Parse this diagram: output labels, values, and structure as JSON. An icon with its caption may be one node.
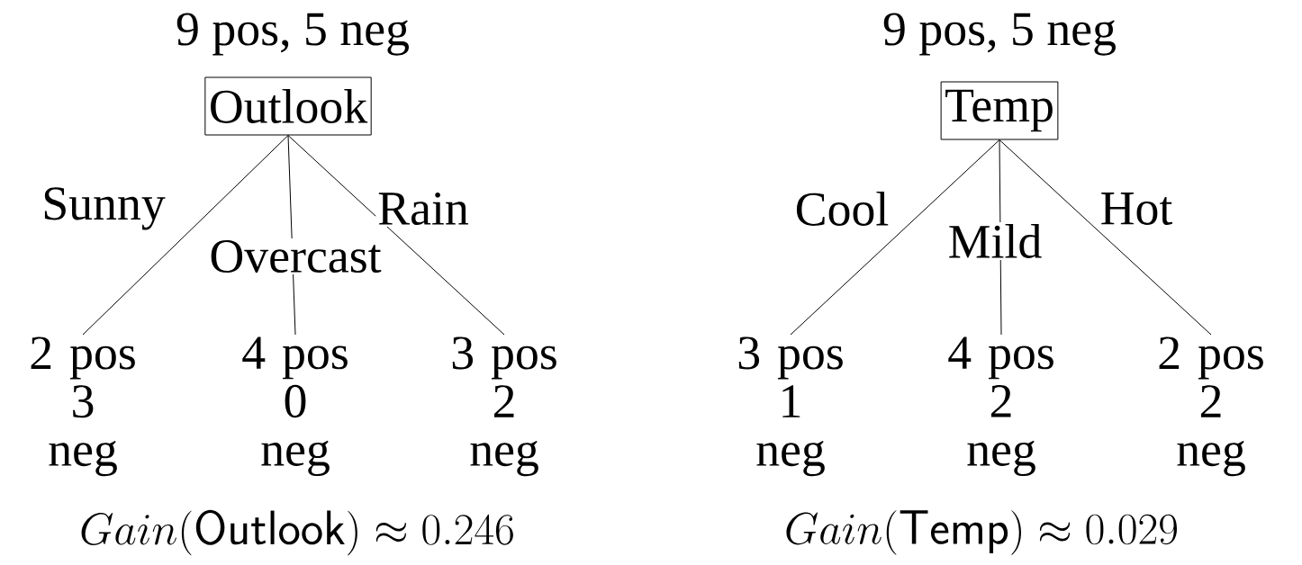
{
  "diagram": {
    "nodes": [
      {
        "text": [
          "9 pos, 5 neg",
          "Outlook"
        ]
      },
      {
        "text": [
          "2 pos 3 neg"
        ]
      },
      {
        "text": [
          "4 pos 0 neg"
        ]
      },
      {
        "text": [
          "3 pos 2 neg"
        ]
      },
      {
        "text": [
          "9 pos, 5 neg",
          "Temp"
        ]
      },
      {
        "text": [
          "3 pos 1 neg"
        ]
      },
      {
        "text": [
          "4 pos 2 neg"
        ]
      },
      {
        "text": [
          "2 pos 2 neg"
        ]
      }
    ],
    "edges": [
      {
        "from": 0,
        "to": 1,
        "arrow": "none",
        "label": "Sunny"
      },
      {
        "from": 0,
        "to": 2,
        "arrow": "none",
        "label": "Overcast"
      },
      {
        "from": 0,
        "to": 3,
        "arrow": "none",
        "label": "Rain"
      },
      {
        "from": 4,
        "to": 5,
        "arrow": "none",
        "label": "Cool"
      },
      {
        "from": 4,
        "to": 6,
        "arrow": "none",
        "label": "Mild"
      },
      {
        "from": 4,
        "to": 7,
        "arrow": "none",
        "label": "Hot"
      }
    ],
    "labels": [
      "Gain(\\mathsf{Outlook}) \\approx 0.246",
      "Gain(\\mathsf{Temp}) \\approx 0.029"
    ]
  }
}
